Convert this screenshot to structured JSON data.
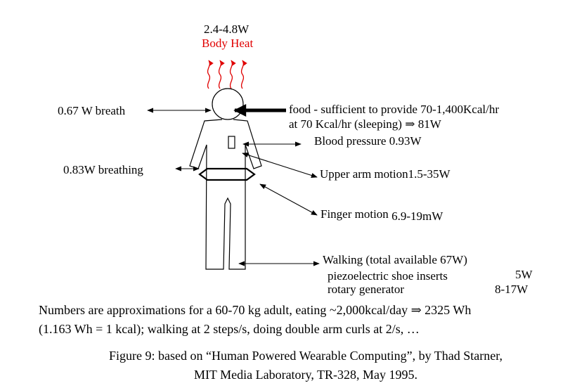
{
  "colors": {
    "ink": "#000000",
    "heat": "#e00000",
    "background": "#ffffff"
  },
  "heat": {
    "watts": "2.4-4.8W",
    "label": "Body Heat"
  },
  "labels": {
    "breath": "0.67 W breath",
    "food_line1": "food - sufficient to provide 70-1,400Kcal/hr",
    "food_line2": "at 70 Kcal/hr (sleeping) ⇒ 81W",
    "blood_pressure": "Blood pressure  0.93W",
    "breathing": "0.83W  breathing",
    "upper_arm_text": "Upper arm motion",
    "upper_arm_value": "1.5-35W",
    "finger_text": "Finger motion",
    "finger_value": "6.9-19mW",
    "walking_title": "Walking (total available 67W)",
    "piezo_text": "piezoelectric shoe inserts",
    "piezo_value": "5W",
    "rotary_text": "rotary generator",
    "rotary_value": "8-17W"
  },
  "notes": {
    "line1": "Numbers are approximations for a 60-70 kg adult, eating ~2,000kcal/day ⇒ 2325 Wh",
    "line2": "(1.163 Wh = 1 kcal); walking at 2 steps/s, doing double arm curls at 2/s, …"
  },
  "caption": {
    "line1": "Figure 9: based on “Human Powered Wearable Computing”, by Thad Starner,",
    "line2": "MIT Media Laboratory, TR-328, May 1995."
  }
}
